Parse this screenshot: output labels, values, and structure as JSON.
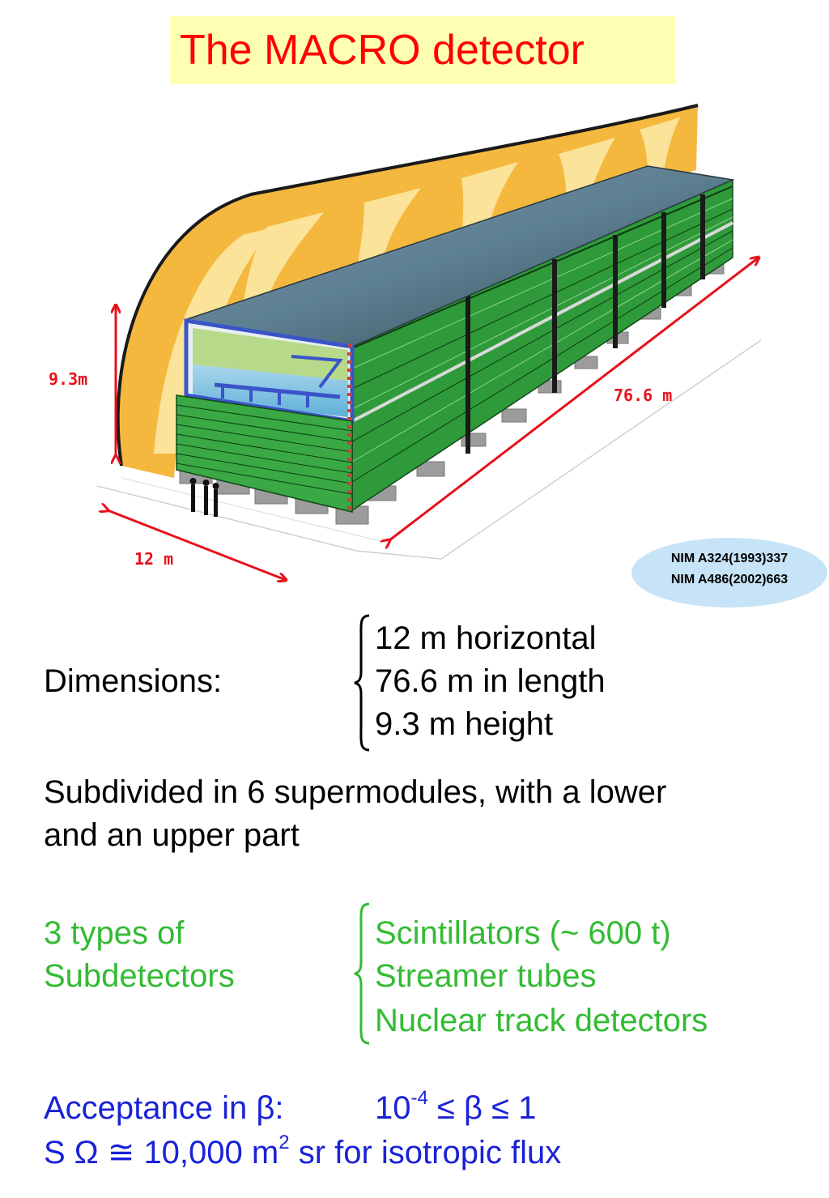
{
  "title": "The MACRO detector",
  "figure": {
    "height_label": "9.3m",
    "width_label": "12 m",
    "length_label": "76.6 m"
  },
  "references": [
    "NIM A324(1993)337",
    "NIM A486(2002)663"
  ],
  "dimensions": {
    "label": "Dimensions:",
    "items": [
      "12 m horizontal",
      "76.6 m in length",
      "9.3 m height"
    ]
  },
  "subdivision": {
    "lines": [
      "Subdivided in 6 supermodules, with a lower",
      "and an upper part"
    ]
  },
  "subdetectors": {
    "label_lines": [
      "3 types of",
      "Subdetectors"
    ],
    "items": [
      "Scintillators (~ 600 t)",
      "Streamer tubes",
      "Nuclear track detectors"
    ]
  },
  "acceptance": {
    "label": "Acceptance in β:",
    "base": "10",
    "exponent": "-4",
    "range": "≤ β ≤ 1",
    "flux_prefix": "S Ω ≅ 10,000 m",
    "flux_exponent": "2",
    "flux_suffix": " sr for isotropic flux"
  },
  "colors": {
    "title": "#ff0000",
    "dimension_arrows": "#e8101a",
    "subdetectors_text": "#33bb33",
    "acceptance_text": "#1a22d6",
    "reference_bubble": "#c7e3f7",
    "title_background": "#ffffb3"
  }
}
